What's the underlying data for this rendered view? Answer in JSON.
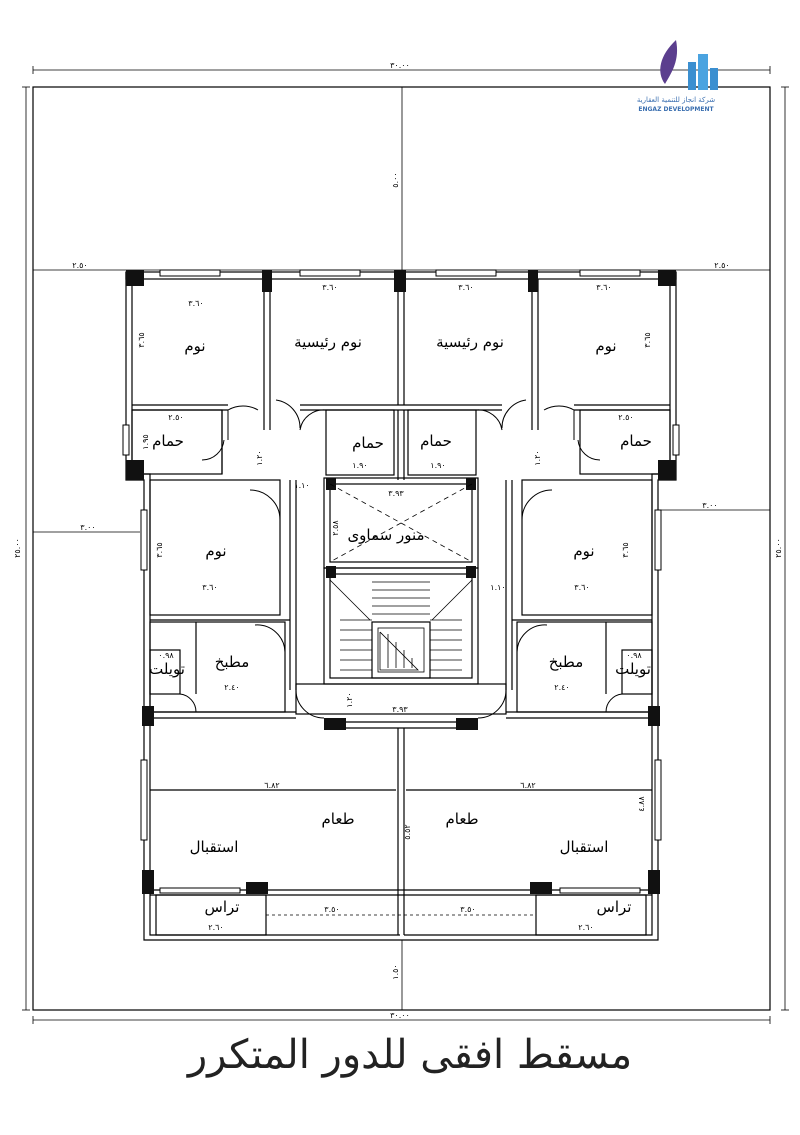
{
  "logo": {
    "company_name_ar": "شركة انجاز للتنمية العقارية",
    "company_name_en": "ENGAZ DEVELOPMENT"
  },
  "plan_title": "مسقط افقى للدور المتكرر",
  "rooms": {
    "bedroom": "نوم",
    "master_bedroom": "نوم رئيسية",
    "bathroom": "حمام",
    "skylight": "منور سماوى",
    "kitchen": "مطبخ",
    "toilet": "تويلت",
    "dining": "طعام",
    "reception": "استقبال",
    "terrace": "تراس"
  },
  "dimensions": {
    "plot_width": "٣٠.٠٠",
    "plot_depth": "٢٥.٠٠",
    "front_setback": "٥.٠٠",
    "side_setback": "٢.٥٠",
    "side_setback_lower": "٣.٠٠",
    "rear_setback": "١.٥٠",
    "room_width": "٣.٦٠",
    "room_depth": "٣.٦٥",
    "bath_width": "٢.٥٠",
    "bath_depth": "١.٩٥",
    "skylight_width": "٣.٩٣",
    "skylight_depth": "٢.٥٨",
    "corridor": "١.١٠",
    "door": "١.٢٠",
    "bath_door": "١.٩٠",
    "kitchen_width": "٢.٤٠",
    "toilet_width": "٠.٩٨",
    "living_width": "٦.٨٢",
    "living_depth": "٥.٥٢",
    "living_depth_b": "٤.٨٨",
    "terrace_width": "٣.٥٠",
    "terrace_small": "٢.٦٠",
    "balcony_depth": "١.٢٠"
  }
}
